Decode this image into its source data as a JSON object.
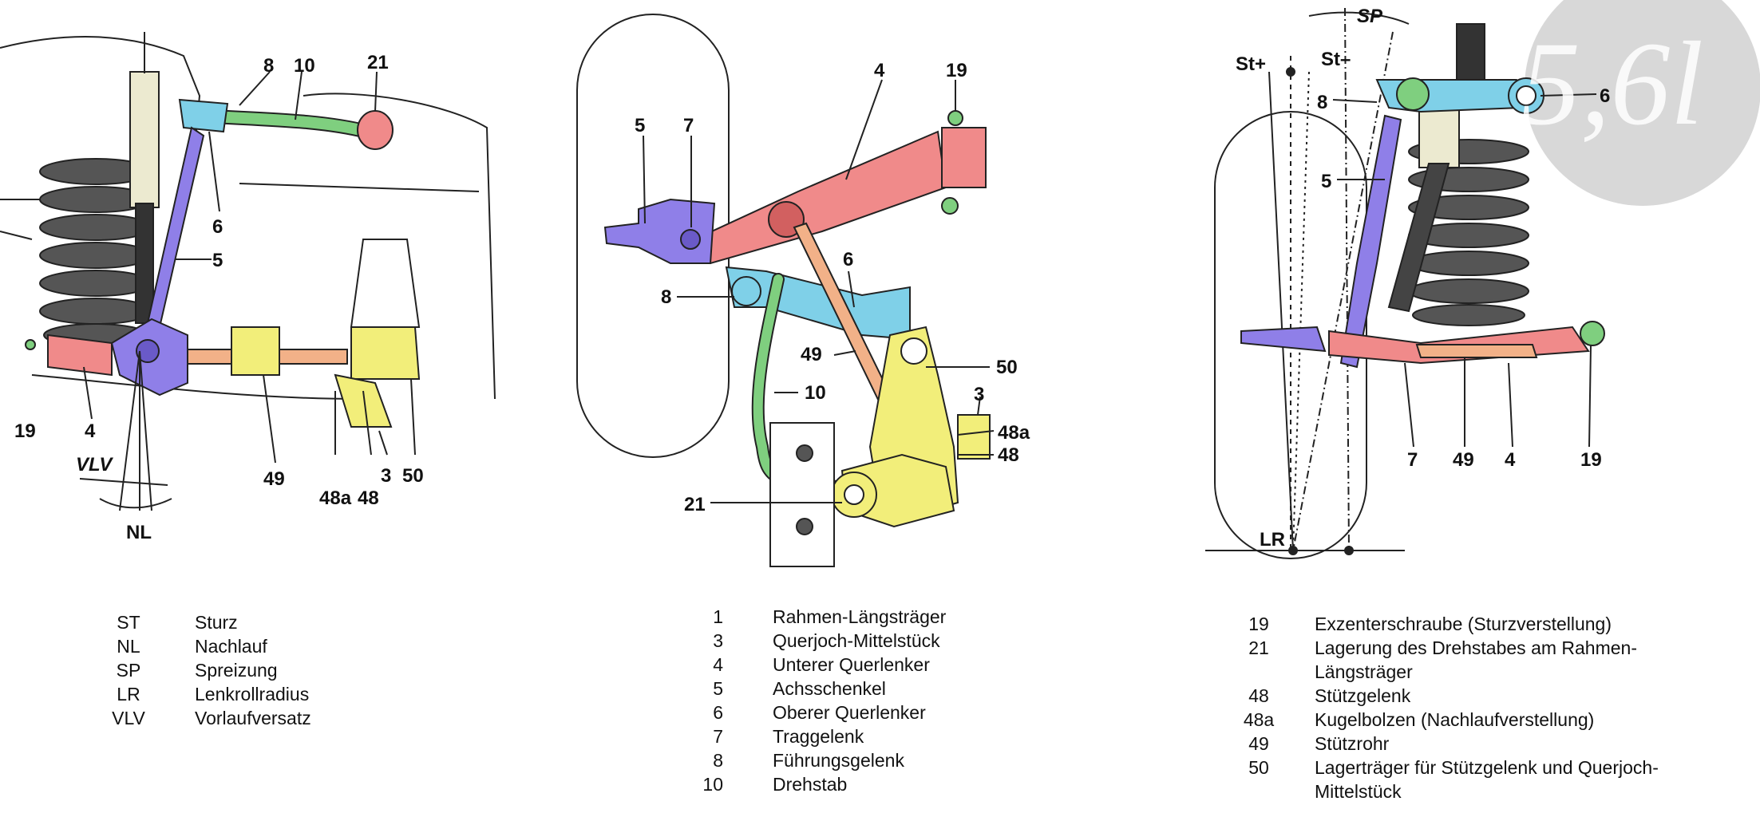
{
  "colors": {
    "red": "#f08a8a",
    "green": "#7fcf7f",
    "blue": "#7fd0e8",
    "purple": "#8f7fe8",
    "orange": "#f2b188",
    "yellow": "#f2ee7a",
    "line": "#222222",
    "watermark": "#d8d8d8"
  },
  "watermark": {
    "text": "5,6l"
  },
  "left_labels": {
    "l8": "8",
    "l10": "10",
    "l21": "21",
    "l6": "6",
    "l5": "5",
    "l19": "19",
    "l4": "4",
    "l49": "49",
    "l48a": "48a",
    "l48": "48",
    "l3": "3",
    "l50": "50",
    "vlv": "VLV",
    "nl": "NL"
  },
  "mid_labels": {
    "l4": "4",
    "l19": "19",
    "l5": "5",
    "l7": "7",
    "l6": "6",
    "l8": "8",
    "l49": "49",
    "l50": "50",
    "l10": "10",
    "l3": "3",
    "l48a": "48a",
    "l48": "48",
    "l21": "21"
  },
  "right_labels": {
    "sp": "SP",
    "stplus": "St+",
    "stminus": "St–",
    "l8": "8",
    "l6": "6",
    "l5": "5",
    "l7": "7",
    "l49": "49",
    "l4": "4",
    "l19": "19",
    "lr": "LR"
  },
  "legend_left": [
    {
      "code": "ST",
      "desc": "Sturz"
    },
    {
      "code": "NL",
      "desc": "Nachlauf"
    },
    {
      "code": "SP",
      "desc": "Spreizung"
    },
    {
      "code": "LR",
      "desc": "Lenkrollradius"
    },
    {
      "code": "VLV",
      "desc": "Vorlaufversatz"
    }
  ],
  "legend_mid": [
    {
      "code": "1",
      "desc": "Rahmen-Längsträger"
    },
    {
      "code": "3",
      "desc": "Querjoch-Mittelstück"
    },
    {
      "code": "4",
      "desc": "Unterer Querlenker"
    },
    {
      "code": "5",
      "desc": "Achsschenkel"
    },
    {
      "code": "6",
      "desc": "Oberer Querlenker"
    },
    {
      "code": "7",
      "desc": "Traggelenk"
    },
    {
      "code": "8",
      "desc": "Führungsgelenk"
    },
    {
      "code": "10",
      "desc": "Drehstab"
    }
  ],
  "legend_right": [
    {
      "code": "19",
      "desc": "Exzenterschraube (Sturzverstellung)"
    },
    {
      "code": "21",
      "desc": "Lagerung des Drehstabes am Rahmen-Längsträger"
    },
    {
      "code": "48",
      "desc": "Stützgelenk"
    },
    {
      "code": "48a",
      "desc": "Kugelbolzen (Nachlaufverstellung)"
    },
    {
      "code": "49",
      "desc": "Stützrohr"
    },
    {
      "code": "50",
      "desc": "Lagerträger für Stützgelenk und Querjoch-Mittelstück"
    }
  ]
}
